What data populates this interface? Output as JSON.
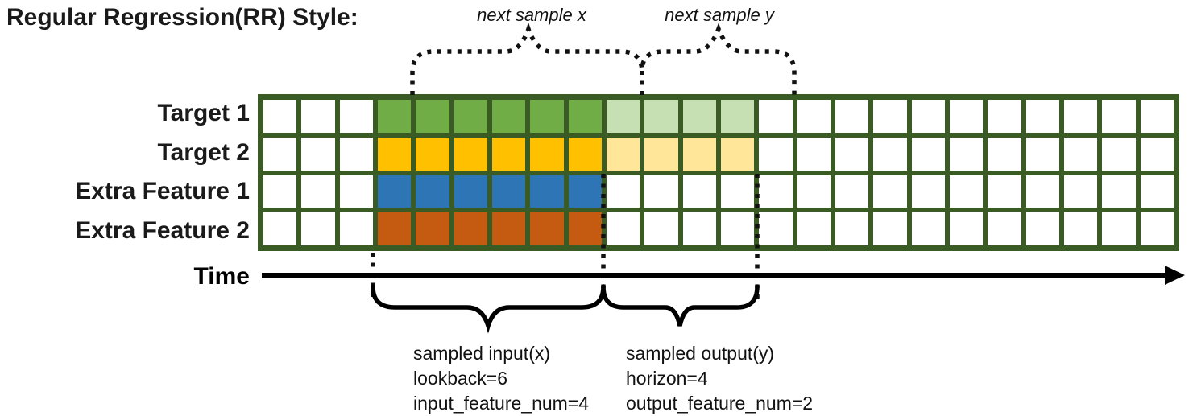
{
  "title": "Regular Regression(RR) Style:",
  "top_annotations": {
    "next_sample_x": "next sample x",
    "next_sample_y": "next sample y"
  },
  "grid": {
    "columns": 24,
    "lookback_start_col": 3,
    "lookback": 6,
    "horizon": 4,
    "border_color": "#3a5c24",
    "rows": [
      {
        "label": "Target 1",
        "solid_color": "#70ad47",
        "light_color": "#c6e0b4",
        "has_horizon": true
      },
      {
        "label": "Target 2",
        "solid_color": "#ffc000",
        "light_color": "#ffe699",
        "has_horizon": true
      },
      {
        "label": "Extra Feature 1",
        "solid_color": "#2e75b6",
        "light_color": null,
        "has_horizon": false
      },
      {
        "label": "Extra Feature 2",
        "solid_color": "#c55a11",
        "light_color": null,
        "has_horizon": false
      }
    ]
  },
  "time_axis": {
    "label": "Time"
  },
  "bottom_annotations": {
    "input": {
      "lines": [
        "sampled input(x)",
        "lookback=6",
        "input_feature_num=4"
      ]
    },
    "output": {
      "lines": [
        "sampled output(y)",
        "horizon=4",
        "output_feature_num=2"
      ]
    }
  }
}
